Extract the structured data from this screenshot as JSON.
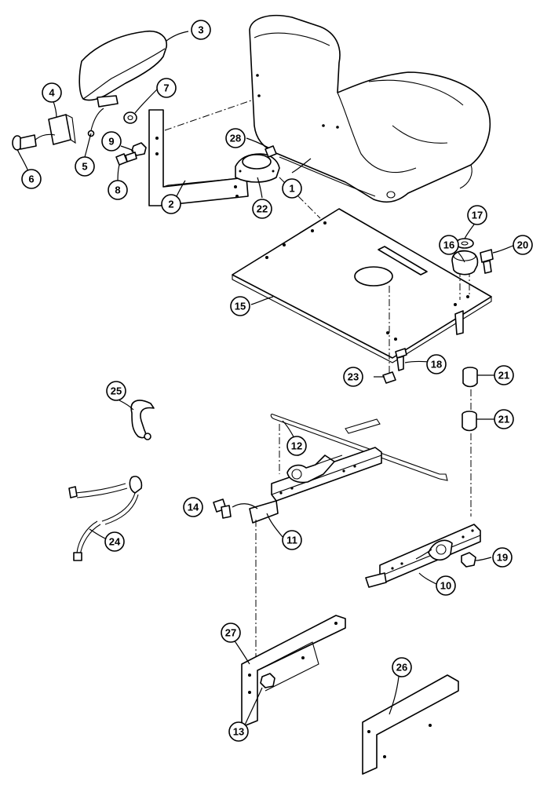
{
  "callouts": [
    {
      "label": "1"
    },
    {
      "label": "2"
    },
    {
      "label": "3"
    },
    {
      "label": "4"
    },
    {
      "label": "5"
    },
    {
      "label": "6"
    },
    {
      "label": "7"
    },
    {
      "label": "8"
    },
    {
      "label": "9"
    },
    {
      "label": "10"
    },
    {
      "label": "11"
    },
    {
      "label": "12"
    },
    {
      "label": "13"
    },
    {
      "label": "14"
    },
    {
      "label": "15"
    },
    {
      "label": "16"
    },
    {
      "label": "17"
    },
    {
      "label": "18"
    },
    {
      "label": "19"
    },
    {
      "label": "20"
    },
    {
      "label": "21"
    },
    {
      "label": "21"
    },
    {
      "label": "22"
    },
    {
      "label": "23"
    },
    {
      "label": "24"
    },
    {
      "label": "25"
    },
    {
      "label": "26"
    },
    {
      "label": "27"
    },
    {
      "label": "28"
    }
  ]
}
